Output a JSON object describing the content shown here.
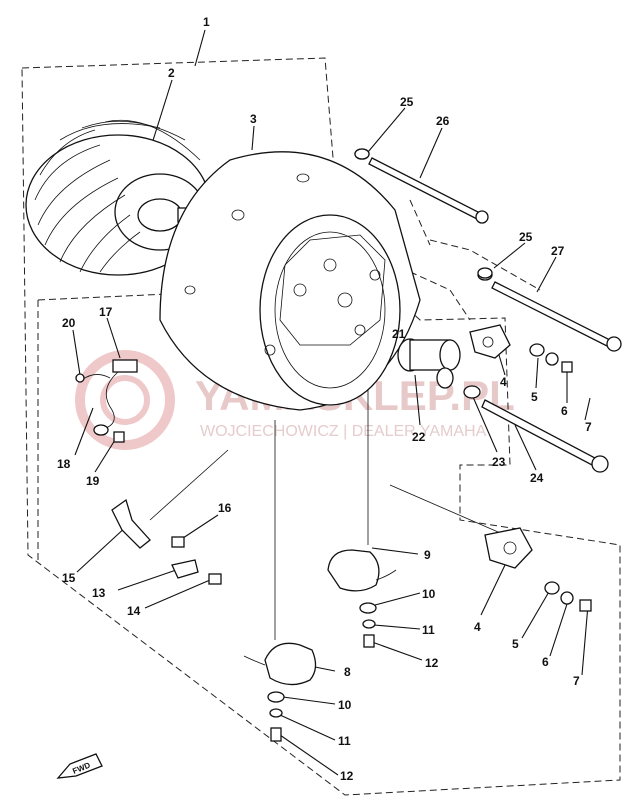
{
  "callouts": {
    "c1": "1",
    "c2": "2",
    "c3": "3",
    "c4a": "4",
    "c4b": "4",
    "c5a": "5",
    "c5b": "5",
    "c6a": "6",
    "c6b": "6",
    "c7a": "7",
    "c7b": "7",
    "c8": "8",
    "c9": "9",
    "c10a": "10",
    "c10b": "10",
    "c11a": "11",
    "c11b": "11",
    "c12a": "12",
    "c12b": "12",
    "c13": "13",
    "c14": "14",
    "c15": "15",
    "c16": "16",
    "c17": "17",
    "c18": "18",
    "c19": "19",
    "c20": "20",
    "c21": "21",
    "c22": "22",
    "c23": "23",
    "c24": "24",
    "c25a": "25",
    "c25b": "25",
    "c26": "26",
    "c27": "27"
  },
  "direction_marker": "FWD",
  "watermark": {
    "brand": "YAMASKLEP.PL",
    "subtitle": "WOJCIECHOWICZ | DEALER YAMAHA",
    "color": "#e0b0b0"
  }
}
